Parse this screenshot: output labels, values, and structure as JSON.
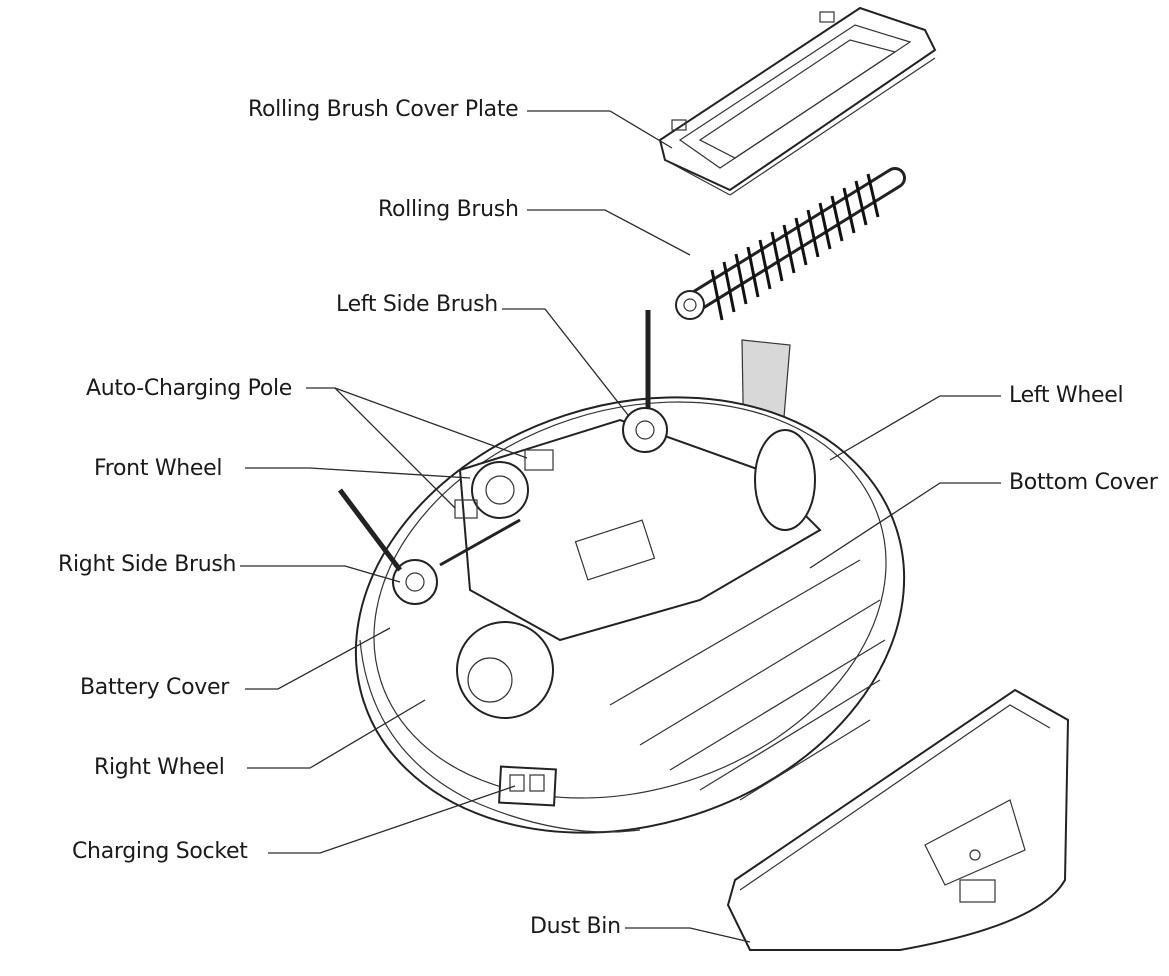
{
  "labels": {
    "rolling_brush_cover_plate": "Rolling Brush Cover Plate",
    "rolling_brush": "Rolling Brush",
    "left_side_brush": "Left Side Brush",
    "auto_charging_pole": "Auto-Charging Pole",
    "front_wheel": "Front Wheel",
    "right_side_brush": "Right Side Brush",
    "battery_cover": "Battery Cover",
    "right_wheel": "Right Wheel",
    "charging_socket": "Charging Socket",
    "left_wheel": "Left Wheel",
    "bottom_cover": "Bottom Cover",
    "dust_bin": "Dust Bin"
  },
  "colors": {
    "line": "#2a2a2a",
    "text": "#1a1a1a",
    "background": "#ffffff"
  }
}
